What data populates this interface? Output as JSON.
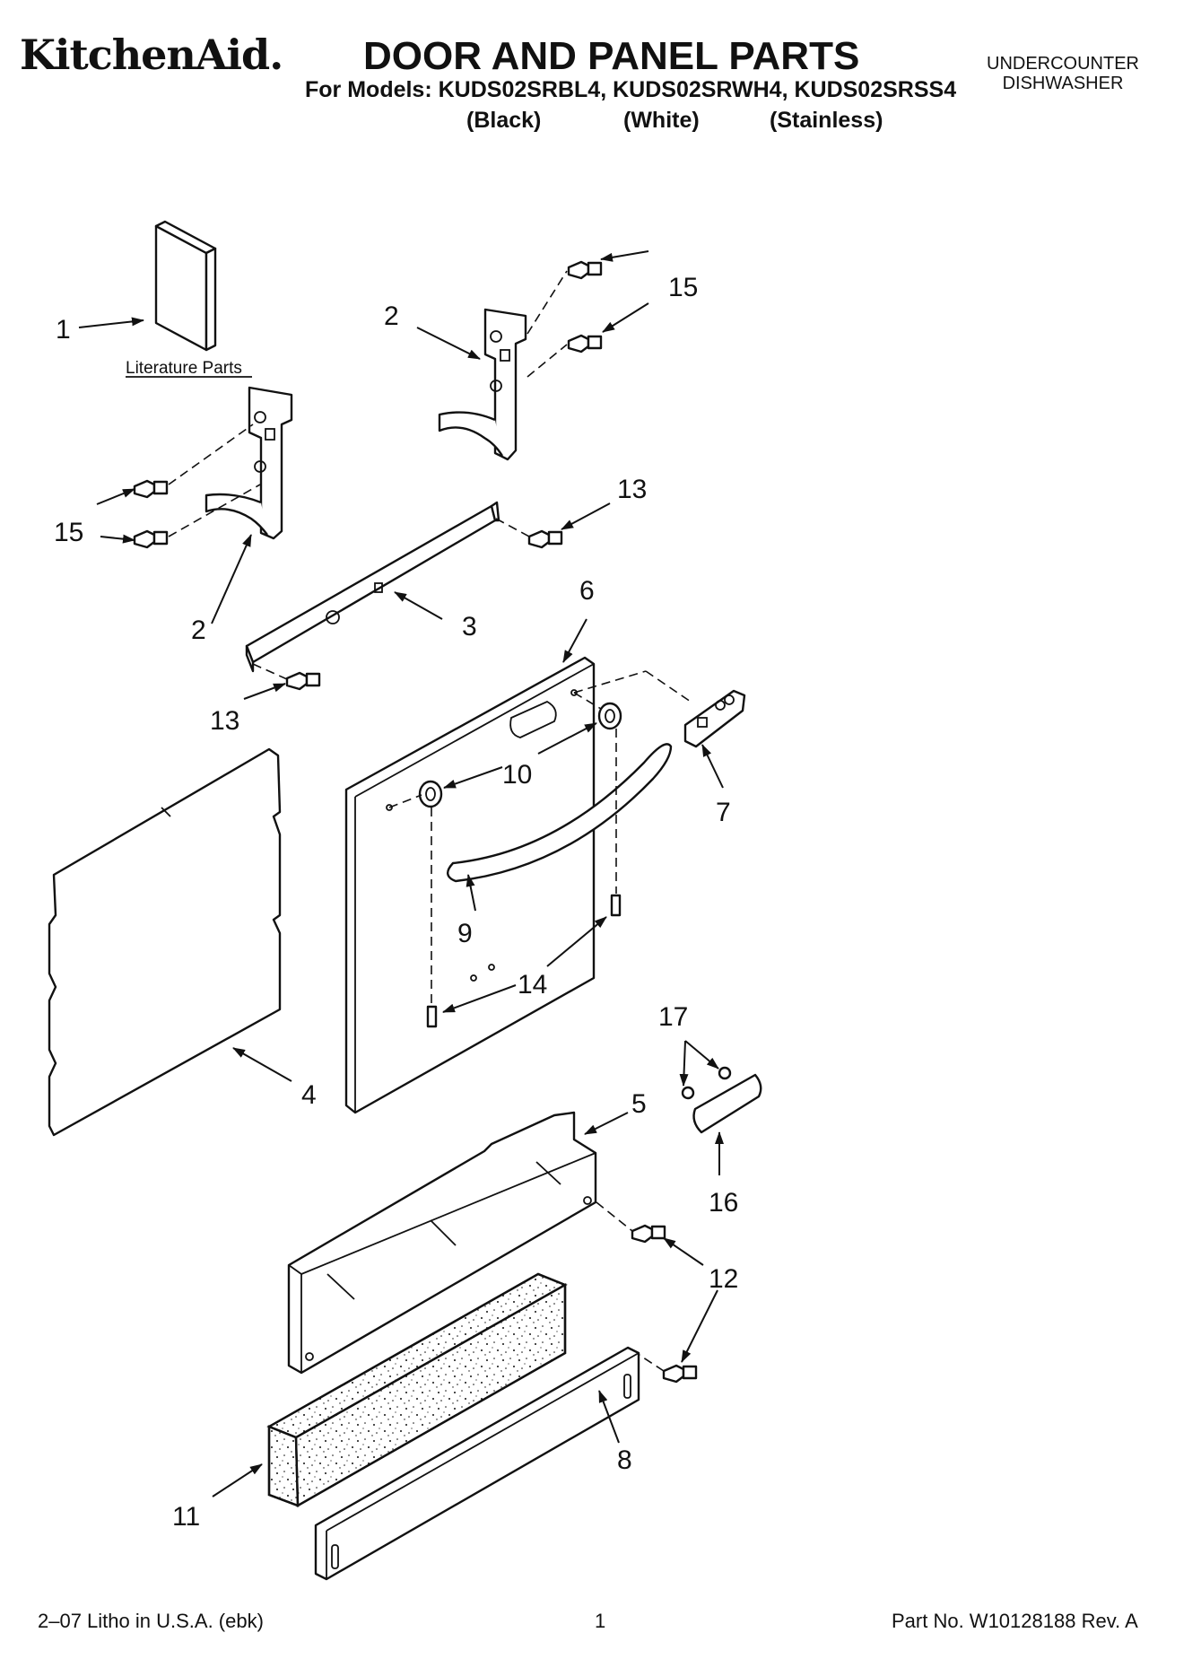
{
  "header": {
    "brand": "KitchenAid.",
    "title": "DOOR AND PANEL PARTS",
    "models_line": "For Models: KUDS02SRBL4, KUDS02SRWH4, KUDS02SRSS4",
    "variants": [
      "(Black)",
      "(White)",
      "(Stainless)"
    ],
    "category_line1": "UNDERCOUNTER",
    "category_line2": "DISHWASHER"
  },
  "diagram": {
    "literature_label": "Literature Parts",
    "callouts": {
      "c1": "1",
      "c2a": "2",
      "c2b": "2",
      "c3": "3",
      "c4": "4",
      "c5": "5",
      "c6": "6",
      "c7": "7",
      "c8": "8",
      "c9": "9",
      "c10": "10",
      "c11": "11",
      "c12": "12",
      "c13a": "13",
      "c13b": "13",
      "c14": "14",
      "c15a": "15",
      "c15b": "15",
      "c16": "16",
      "c17": "17"
    }
  },
  "footer": {
    "litho": "2–07 Litho in U.S.A. (ebk)",
    "page": "1",
    "part_no": "Part No. W10128188 Rev. A"
  }
}
